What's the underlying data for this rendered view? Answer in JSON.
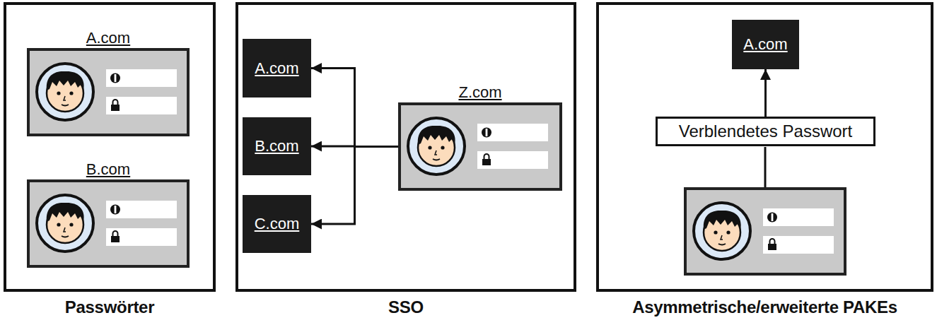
{
  "diagram": {
    "nodes": [
      {
        "text": [
          "Passwörter"
        ]
      },
      {
        "text": [
          "A.com"
        ],
        "in": 0
      },
      {
        "text": [
          "B.com"
        ],
        "in": 0
      },
      {
        "text": [
          "SSO"
        ]
      },
      {
        "text": [
          "A.com"
        ],
        "in": 3
      },
      {
        "text": [
          "B.com"
        ],
        "in": 3
      },
      {
        "text": [
          "C.com"
        ],
        "in": 3
      },
      {
        "text": [
          "Z.com"
        ],
        "in": 3
      },
      {
        "text": [
          "Asymmetrische/erweiterte PAKEs"
        ]
      },
      {
        "text": [
          "A.com"
        ],
        "in": 8
      },
      {
        "text": [
          "Verblendetes Passwort"
        ],
        "in": 8
      }
    ],
    "edges": [
      {
        "from": 7,
        "to": 4,
        "arrow": "to"
      },
      {
        "from": 7,
        "to": 5,
        "arrow": "to"
      },
      {
        "from": 7,
        "to": 6,
        "arrow": "to"
      },
      {
        "from": 10,
        "to": 9,
        "arrow": "to"
      }
    ]
  }
}
